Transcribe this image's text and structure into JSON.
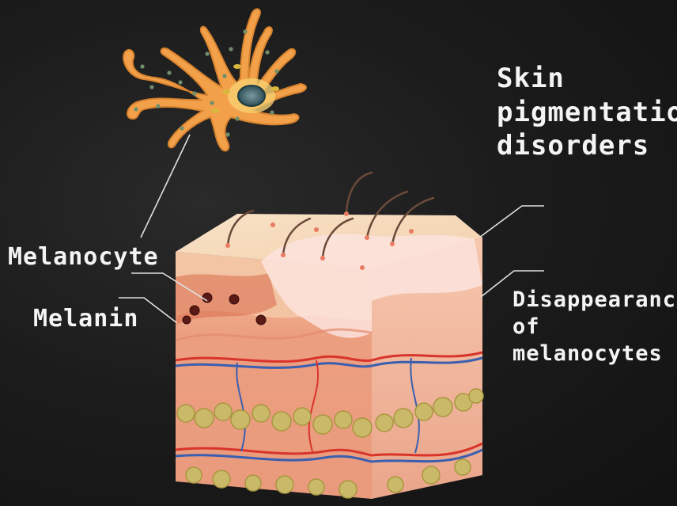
{
  "title": {
    "line1": "Skin",
    "line2": "pigmentation",
    "line3": "disorders"
  },
  "labels": {
    "melanocyte": "Melanocyte",
    "melanin": "Melanin",
    "disappearance_line1": "Disappearance",
    "disappearance_line2": "of",
    "disappearance_line3": "melanocytes"
  },
  "colors": {
    "background": "#1c1c1c",
    "text": "#f4f4f4",
    "melanocyte_body": "#f2a04a",
    "epidermis": "#f7d9b8",
    "dermis": "#efab8c",
    "depigmented_patch": "#fbe3dd",
    "artery": "#d9342b",
    "vein": "#3a5fb0",
    "fat": "#cbb96a"
  }
}
